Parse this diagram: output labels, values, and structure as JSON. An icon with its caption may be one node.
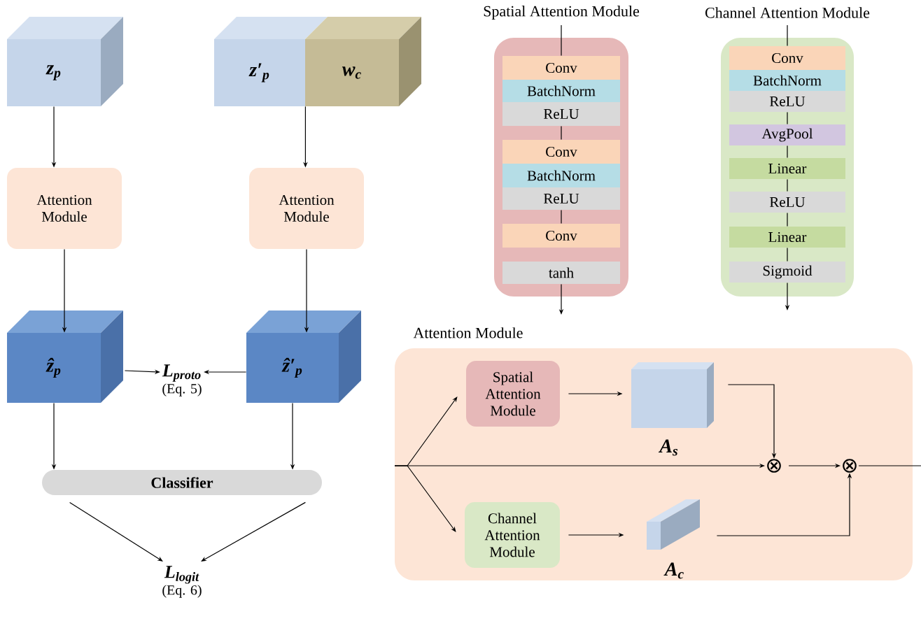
{
  "diagram": {
    "nodes": [
      {
        "text": [
          "z$_{p}$"
        ]
      },
      {
        "text": [
          "z′$_{p}$"
        ]
      },
      {
        "text": [
          "w$_{c}$"
        ]
      },
      {
        "text": [
          "Attention Module"
        ]
      },
      {
        "text": [
          "Attention Module"
        ]
      },
      {
        "text": [
          "ẑ$_{p}$"
        ]
      },
      {
        "text": [
          "L$_{proto}$",
          "(Eq. 5)"
        ]
      },
      {
        "text": [
          "ẑ′$_{p}$"
        ]
      },
      {
        "text": [
          "Classifier"
        ]
      },
      {
        "text": [
          "L$_{logit}$",
          "(Eq. 6)"
        ]
      },
      {
        "text": [
          "Spatial Attention Module"
        ]
      },
      {
        "text": [
          "Conv"
        ],
        "in": 10
      },
      {
        "text": [
          "BatchNorm"
        ],
        "in": 10
      },
      {
        "text": [
          "ReLU"
        ],
        "in": 10
      },
      {
        "text": [
          "Conv"
        ],
        "in": 10
      },
      {
        "text": [
          "BatchNorm"
        ],
        "in": 10
      },
      {
        "text": [
          "ReLU"
        ],
        "in": 10
      },
      {
        "text": [
          "Conv"
        ],
        "in": 10
      },
      {
        "text": [
          "tanh"
        ],
        "in": 10
      },
      {
        "text": [
          "Channel Attention Module"
        ]
      },
      {
        "text": [
          "Conv"
        ],
        "in": 19
      },
      {
        "text": [
          "BatchNorm"
        ],
        "in": 19
      },
      {
        "text": [
          "ReLU"
        ],
        "in": 19
      },
      {
        "text": [
          "AvgPool"
        ],
        "in": 19
      },
      {
        "text": [
          "Linear"
        ],
        "in": 19
      },
      {
        "text": [
          "ReLU"
        ],
        "in": 19
      },
      {
        "text": [
          "Linear"
        ],
        "in": 19
      },
      {
        "text": [
          "Sigmoid"
        ],
        "in": 19
      },
      {
        "text": [
          "Attention Module"
        ]
      },
      {
        "text": [
          "Spatial Attention Module"
        ],
        "in": 28
      },
      {
        "text": [],
        "shape": "box",
        "beside": [
          "A$_{s}$"
        ],
        "in": 28
      },
      {
        "text": [
          "Channel Attention Module"
        ],
        "in": 28
      },
      {
        "text": [],
        "shape": "bar",
        "beside": [
          "A$_{c}$"
        ],
        "in": 28
      },
      {
        "text": [
          "⊗"
        ],
        "in": 28
      },
      {
        "text": [
          "⊗"
        ],
        "in": 28
      }
    ],
    "edges": [
      {
        "from": 0,
        "to": 3,
        "arrow": "to"
      },
      {
        "from": 1,
        "to": 4,
        "arrow": "to"
      },
      {
        "from": 3,
        "to": 5,
        "arrow": "to"
      },
      {
        "from": 4,
        "to": 7,
        "arrow": "to"
      },
      {
        "from": 5,
        "to": 6,
        "arrow": "to"
      },
      {
        "from": 7,
        "to": 6,
        "arrow": "to"
      },
      {
        "from": 5,
        "to": 8,
        "arrow": "to"
      },
      {
        "from": 7,
        "to": 8,
        "arrow": "to"
      },
      {
        "from": 8,
        "to": 9,
        "arrow": "to"
      },
      {
        "from": 8,
        "to": 9,
        "arrow": "to"
      },
      {
        "from": null,
        "to": 11,
        "arrow": "none"
      },
      {
        "from": 13,
        "to": 14,
        "arrow": "none"
      },
      {
        "from": 16,
        "to": 17,
        "arrow": "none"
      },
      {
        "from": 18,
        "to": null,
        "arrow": "to"
      },
      {
        "from": null,
        "to": 20,
        "arrow": "none"
      },
      {
        "from": 22,
        "to": 23,
        "arrow": "none"
      },
      {
        "from": 23,
        "to": 24,
        "arrow": "none"
      },
      {
        "from": 24,
        "to": 25,
        "arrow": "none"
      },
      {
        "from": 25,
        "to": 26,
        "arrow": "none"
      },
      {
        "from": 26,
        "to": 27,
        "arrow": "none"
      },
      {
        "from": 27,
        "to": null,
        "arrow": "to"
      },
      {
        "from": null,
        "to": 29,
        "arrow": "to"
      },
      {
        "from": null,
        "to": 33,
        "arrow": "to"
      },
      {
        "from": null,
        "to": 31,
        "arrow": "to"
      },
      {
        "from": 29,
        "to": 30,
        "arrow": "to"
      },
      {
        "from": 31,
        "to": 32,
        "arrow": "to"
      },
      {
        "from": 30,
        "to": 33,
        "arrow": "to"
      },
      {
        "from": 32,
        "to": 34,
        "arrow": "to"
      },
      {
        "from": 33,
        "to": 34,
        "arrow": "to"
      },
      {
        "from": 34,
        "to": null,
        "arrow": "none"
      }
    ]
  }
}
